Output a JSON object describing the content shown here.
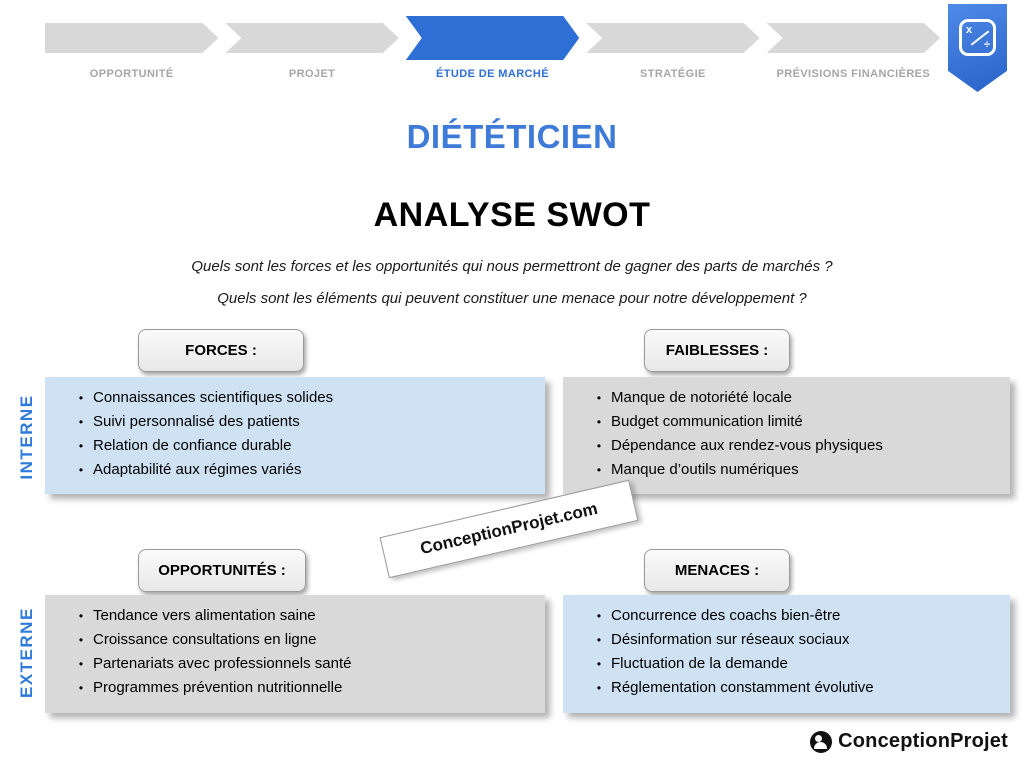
{
  "stepper": {
    "steps": [
      "OPPORTUNITÉ",
      "PROJET",
      "ÉTUDE DE MARCHÉ",
      "STRATÉGIE",
      "PRÉVISIONS FINANCIÈRES"
    ],
    "active_step": "ÉTUDE DE MARCHÉ",
    "active_index": 2
  },
  "badge": {
    "glyph_top_left": "x",
    "glyph_bottom_right": "÷"
  },
  "title": "DIÉTÉTICIEN",
  "subtitle": "ANALYSE SWOT",
  "questions": [
    "Quels sont les forces et les opportunités qui nous permettront de gagner des parts de marchés ?",
    "Quels sont les éléments qui peuvent constituer une menace pour notre développement ?"
  ],
  "swot": {
    "internal_label": "INTERNE",
    "external_label": "EXTERNE",
    "forces": {
      "header": "FORCES :",
      "items": [
        "Connaissances scientifiques solides",
        "Suivi personnalisé des patients",
        "Relation de confiance durable",
        "Adaptabilité aux régimes variés"
      ]
    },
    "faiblesses": {
      "header": "FAIBLESSES :",
      "items": [
        "Manque de notoriété locale",
        "Budget communication limité",
        "Dépendance aux rendez-vous physiques",
        "Manque d’outils numériques"
      ]
    },
    "opportunites": {
      "header": "OPPORTUNITÉS :",
      "items": [
        "Tendance vers alimentation saine",
        "Croissance consultations en ligne",
        "Partenariats avec professionnels santé",
        "Programmes prévention nutritionnelle"
      ]
    },
    "menaces": {
      "header": "MENACES :",
      "items": [
        "Concurrence des coachs bien-être",
        "Désinformation sur réseaux sociaux",
        "Fluctuation de la demande",
        "Réglementation constamment évolutive"
      ]
    }
  },
  "watermark": "ConceptionProjet.com",
  "footer": {
    "logo_text": "ConceptionProjet"
  },
  "colors": {
    "accent_blue": "#2e6fd6",
    "title_blue": "#3e7ad8",
    "light_blue_box": "#cfe2f3",
    "gray_box": "#d9d9d9",
    "step_gray": "#d8d8d8",
    "step_label_gray": "#a6a6a6"
  },
  "bullet_char": "•"
}
